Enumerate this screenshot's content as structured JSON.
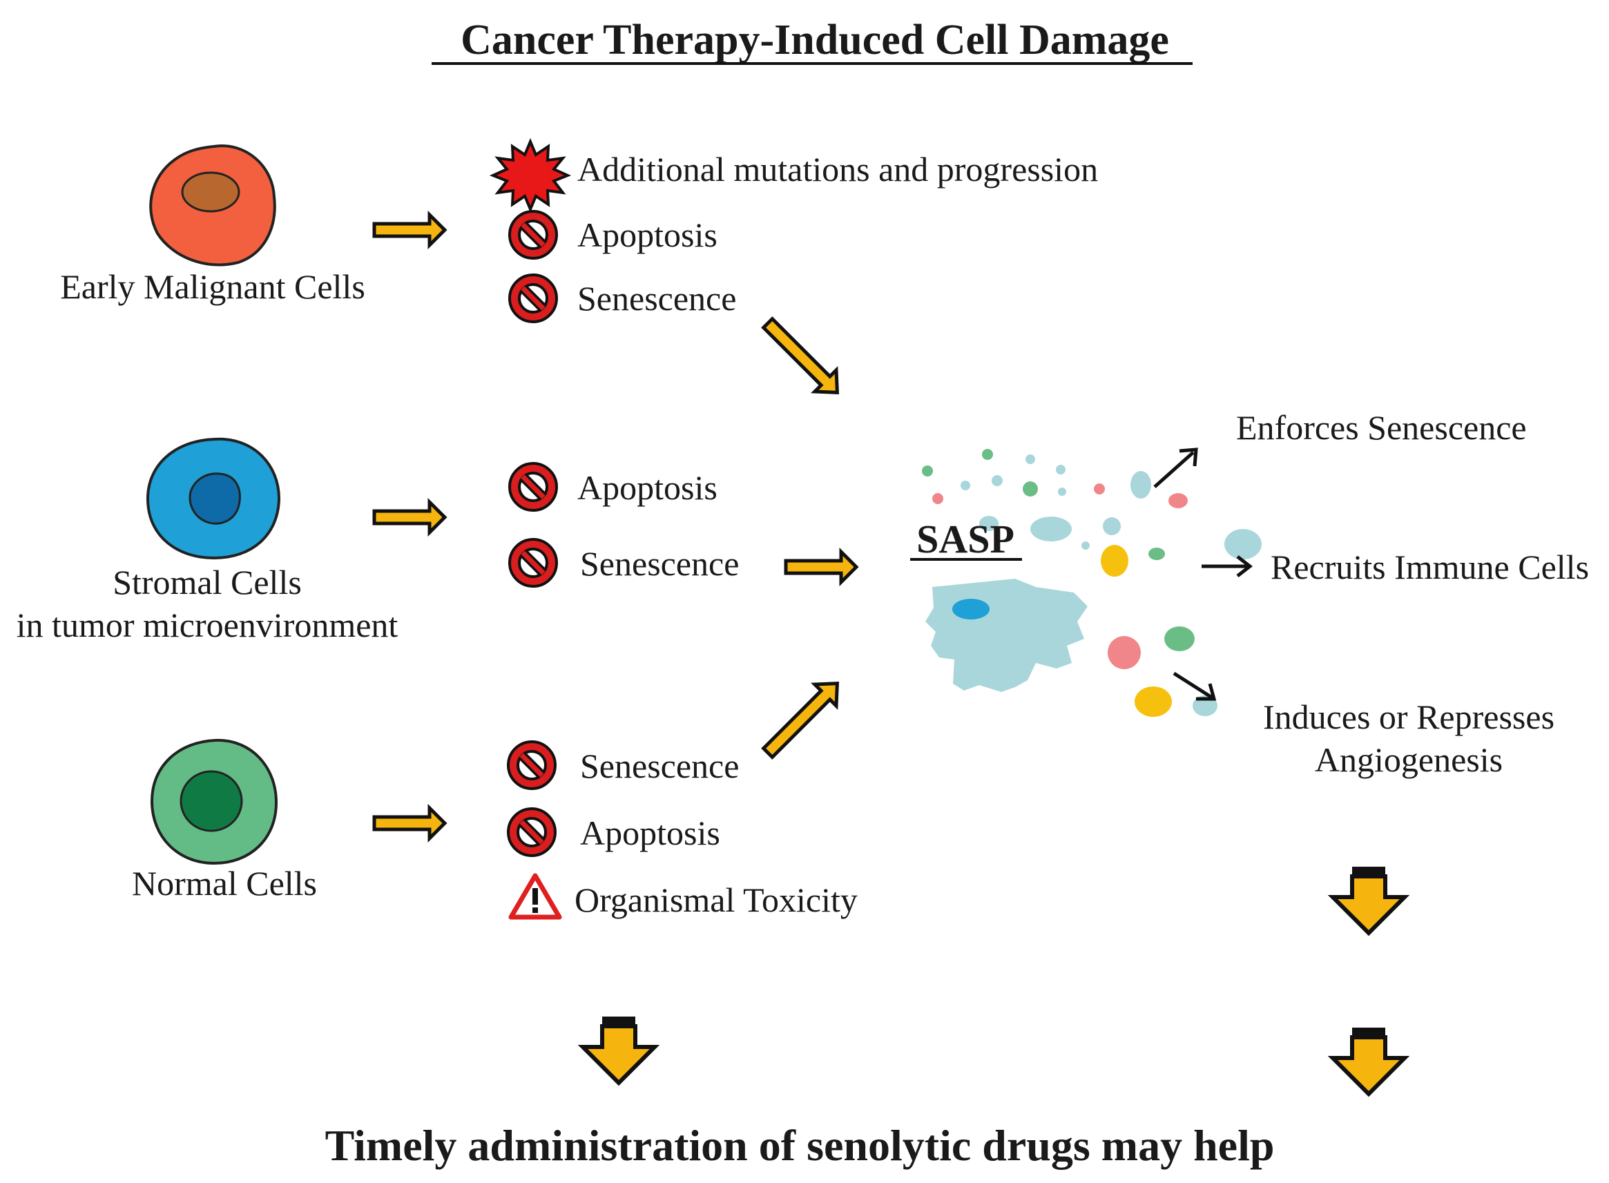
{
  "title": "Cancer Therapy-Induced Cell  Damage",
  "footer": "Timely administration of senolytic drugs may help",
  "cells": {
    "early": {
      "label": "Early  Malignant  Cells",
      "color": "#f26040",
      "nucleus": "#b8682e"
    },
    "stromal": {
      "label_line1": "Stromal Cells",
      "label_line2": "in tumor microenvironment",
      "color": "#1fa0d6",
      "nucleus": "#0f6aa8"
    },
    "normal": {
      "label": "Normal  Cells",
      "color": "#63bb86",
      "nucleus": "#107a44"
    }
  },
  "outcomes": {
    "early": [
      "Additional  mutations  and  progression",
      "Apoptosis",
      "Senescence"
    ],
    "stromal": [
      "Apoptosis",
      "Senescence"
    ],
    "normal": [
      "Senescence",
      "Apoptosis",
      "Organismal  Toxicity"
    ]
  },
  "sasp": {
    "label": "SASP",
    "effects": [
      "Enforces  Senescence",
      "Recruits  Immune  Cells",
      "Induces  or Represses",
      "Angiogenesis"
    ]
  },
  "icons": {
    "mutation": "red-starburst-icon",
    "blocked": "prohibition-icon",
    "toxicity": "warning-triangle-icon",
    "arrow": "yellow-block-arrow-icon"
  },
  "colors": {
    "arrow_fill": "#f6b40e",
    "prohibit_red": "#d81e1e",
    "sasp_cell": "#a8d6da",
    "dot_pink": "#f0868a",
    "dot_green": "#6bbd86",
    "dot_teal": "#a8d6da",
    "dot_yellow": "#f6c10e"
  }
}
